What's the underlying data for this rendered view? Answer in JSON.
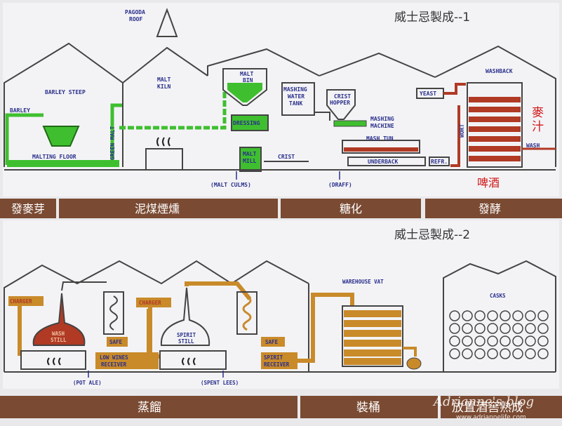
{
  "panel1": {
    "title": "威士忌製成--1",
    "labels": {
      "pagoda": [
        "PAGODA",
        "ROOF"
      ],
      "barley_steep": "BARLEY STEEP",
      "malt_kiln": [
        "MALT",
        "KILN"
      ],
      "malt_bin": [
        "MALT",
        "BIN"
      ],
      "mashing_water_tank": [
        "MASHING",
        "WATER",
        "TANK"
      ],
      "crist_hopper": [
        "CRIST",
        "HOPPER"
      ],
      "washback": "WASHBACK",
      "barley": "BARLEY",
      "green_malt": "GREEN MALT",
      "malting_floor": "MALTING FLOOR",
      "dressing": "DRESSING",
      "malt_mill": [
        "MALT",
        "MILL"
      ],
      "crist": "CRIST",
      "mashing_machine": [
        "MASHING",
        "MACHINE"
      ],
      "mash_tun": "MASH TUN",
      "underback": "UNDERBACK",
      "refr": "REFR.",
      "yeast": "YEAST",
      "wort": "WORT",
      "wash": "WASH",
      "malt_culms": "(MALT CULMS)",
      "draff": "(DRAFF)",
      "beer_juice": [
        "麥",
        "汁"
      ],
      "beer": "啤酒"
    },
    "stages": [
      "發麥芽",
      "泥煤煙燻",
      "糖化",
      "發酵"
    ]
  },
  "panel2": {
    "title": "威士忌製成--2",
    "labels": {
      "charger_left": "CHARGER",
      "charger_right": "CHARGER",
      "wash_still": [
        "WASH",
        "STILL"
      ],
      "spirit_still": [
        "SPIRIT",
        "STILL"
      ],
      "safe_left": "SAFE",
      "safe_right": "SAFE",
      "low_wines_receiver": [
        "LOW WINES",
        "RECEIVER"
      ],
      "spirit_receiver": [
        "SPIRIT",
        "RECEIVER"
      ],
      "warehouse_vat": "WAREHOUSE VAT",
      "casks": "CASKS",
      "pot_ale": "(POT ALE)",
      "spent_lees": "(SPENT LEES)"
    },
    "stages": [
      "蒸餾",
      "裝桶",
      "放置酒窖熟成"
    ]
  },
  "watermark": {
    "name": "Adrianne's blog",
    "url": "www.adriannelife.com"
  },
  "colors": {
    "green": "#3fbf2f",
    "orange": "#c98a2a",
    "red": "#b03a24",
    "navy": "#2a2f8a",
    "brown": "#7a4a32",
    "beer_red": "#d01818"
  }
}
